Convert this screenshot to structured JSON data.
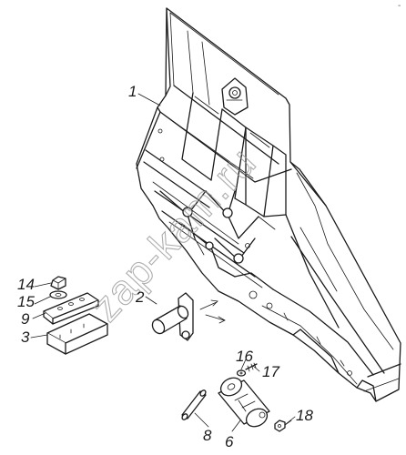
{
  "labels": {
    "l1": "1",
    "l2": "2",
    "l3": "3",
    "l6": "6",
    "l8": "8",
    "l9": "9",
    "l14": "14",
    "l15": "15",
    "l16": "16",
    "l17": "17",
    "l18": "18"
  },
  "watermark": "zap-kam.ru",
  "corner_mark": "-",
  "colors": {
    "ink": "#1a1a1a",
    "watermark": "#9a9a9a",
    "background": "#ffffff"
  }
}
